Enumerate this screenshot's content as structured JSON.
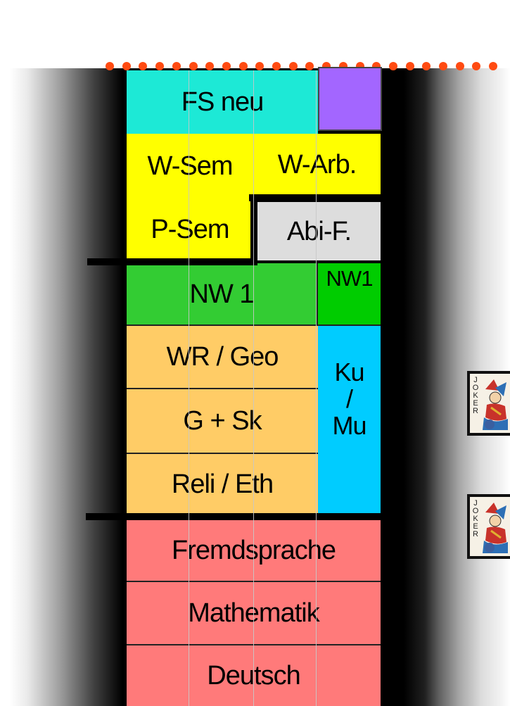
{
  "blocks": {
    "fs_neu": "FS neu",
    "w_sem": "W-Sem",
    "w_arb": "W-Arb.",
    "p_sem": "P-Sem",
    "abi_f": "Abi-F.",
    "nw1": "NW 1",
    "nw1_small": "NW1",
    "wr_geo": "WR / Geo",
    "g_sk": "G + Sk",
    "reli_eth": "Reli / Eth",
    "ku": "Ku",
    "slash": "/",
    "mu": "Mu",
    "fremdsprache": "Fremdsprache",
    "mathematik": "Mathematik",
    "deutsch": "Deutsch"
  },
  "joker_letters": [
    "J",
    "O",
    "K",
    "E",
    "R"
  ],
  "colors": {
    "cyan": "#1de9d6",
    "purple": "#a366ff",
    "yellow": "#ffff00",
    "light_gray": "#dddddd",
    "green": "#33cc33",
    "bright_green": "#00cc00",
    "orange": "#ffcc66",
    "blue": "#00ccff",
    "red": "#ff7a7a",
    "dots": "#ff4b12"
  }
}
